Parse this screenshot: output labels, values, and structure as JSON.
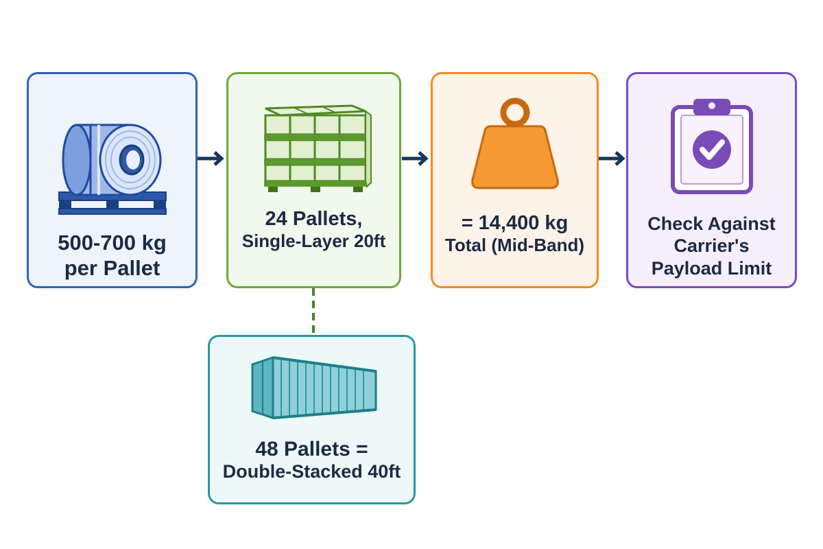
{
  "steps": [
    {
      "id": "coil",
      "icon": "steel-coil-on-pallet-icon",
      "color": "#2f62b8",
      "lines": [
        "500-700 kg",
        "per Pallet"
      ]
    },
    {
      "id": "pallets",
      "icon": "stacked-pallets-icon",
      "color": "#6ea83b",
      "lines": [
        "24 Pallets,",
        "Single-Layer 20ft"
      ]
    },
    {
      "id": "total",
      "icon": "weight-icon",
      "color": "#f28c1e",
      "lines": [
        "= 14,400 kg",
        "Total (Mid-Band)"
      ]
    },
    {
      "id": "check",
      "icon": "clipboard-check-icon",
      "color": "#7a4bb6",
      "lines": [
        "Check Against",
        "Carrier's",
        "Payload Limit"
      ]
    }
  ],
  "branch": {
    "icon": "shipping-container-icon",
    "color": "#2897a3",
    "lines": [
      "48 Pallets =",
      "Double-Stacked 40ft"
    ]
  },
  "colors": {
    "arrow": "#15365e",
    "text": "#1c2a44",
    "dashed_connector": "#4f7f2c"
  }
}
